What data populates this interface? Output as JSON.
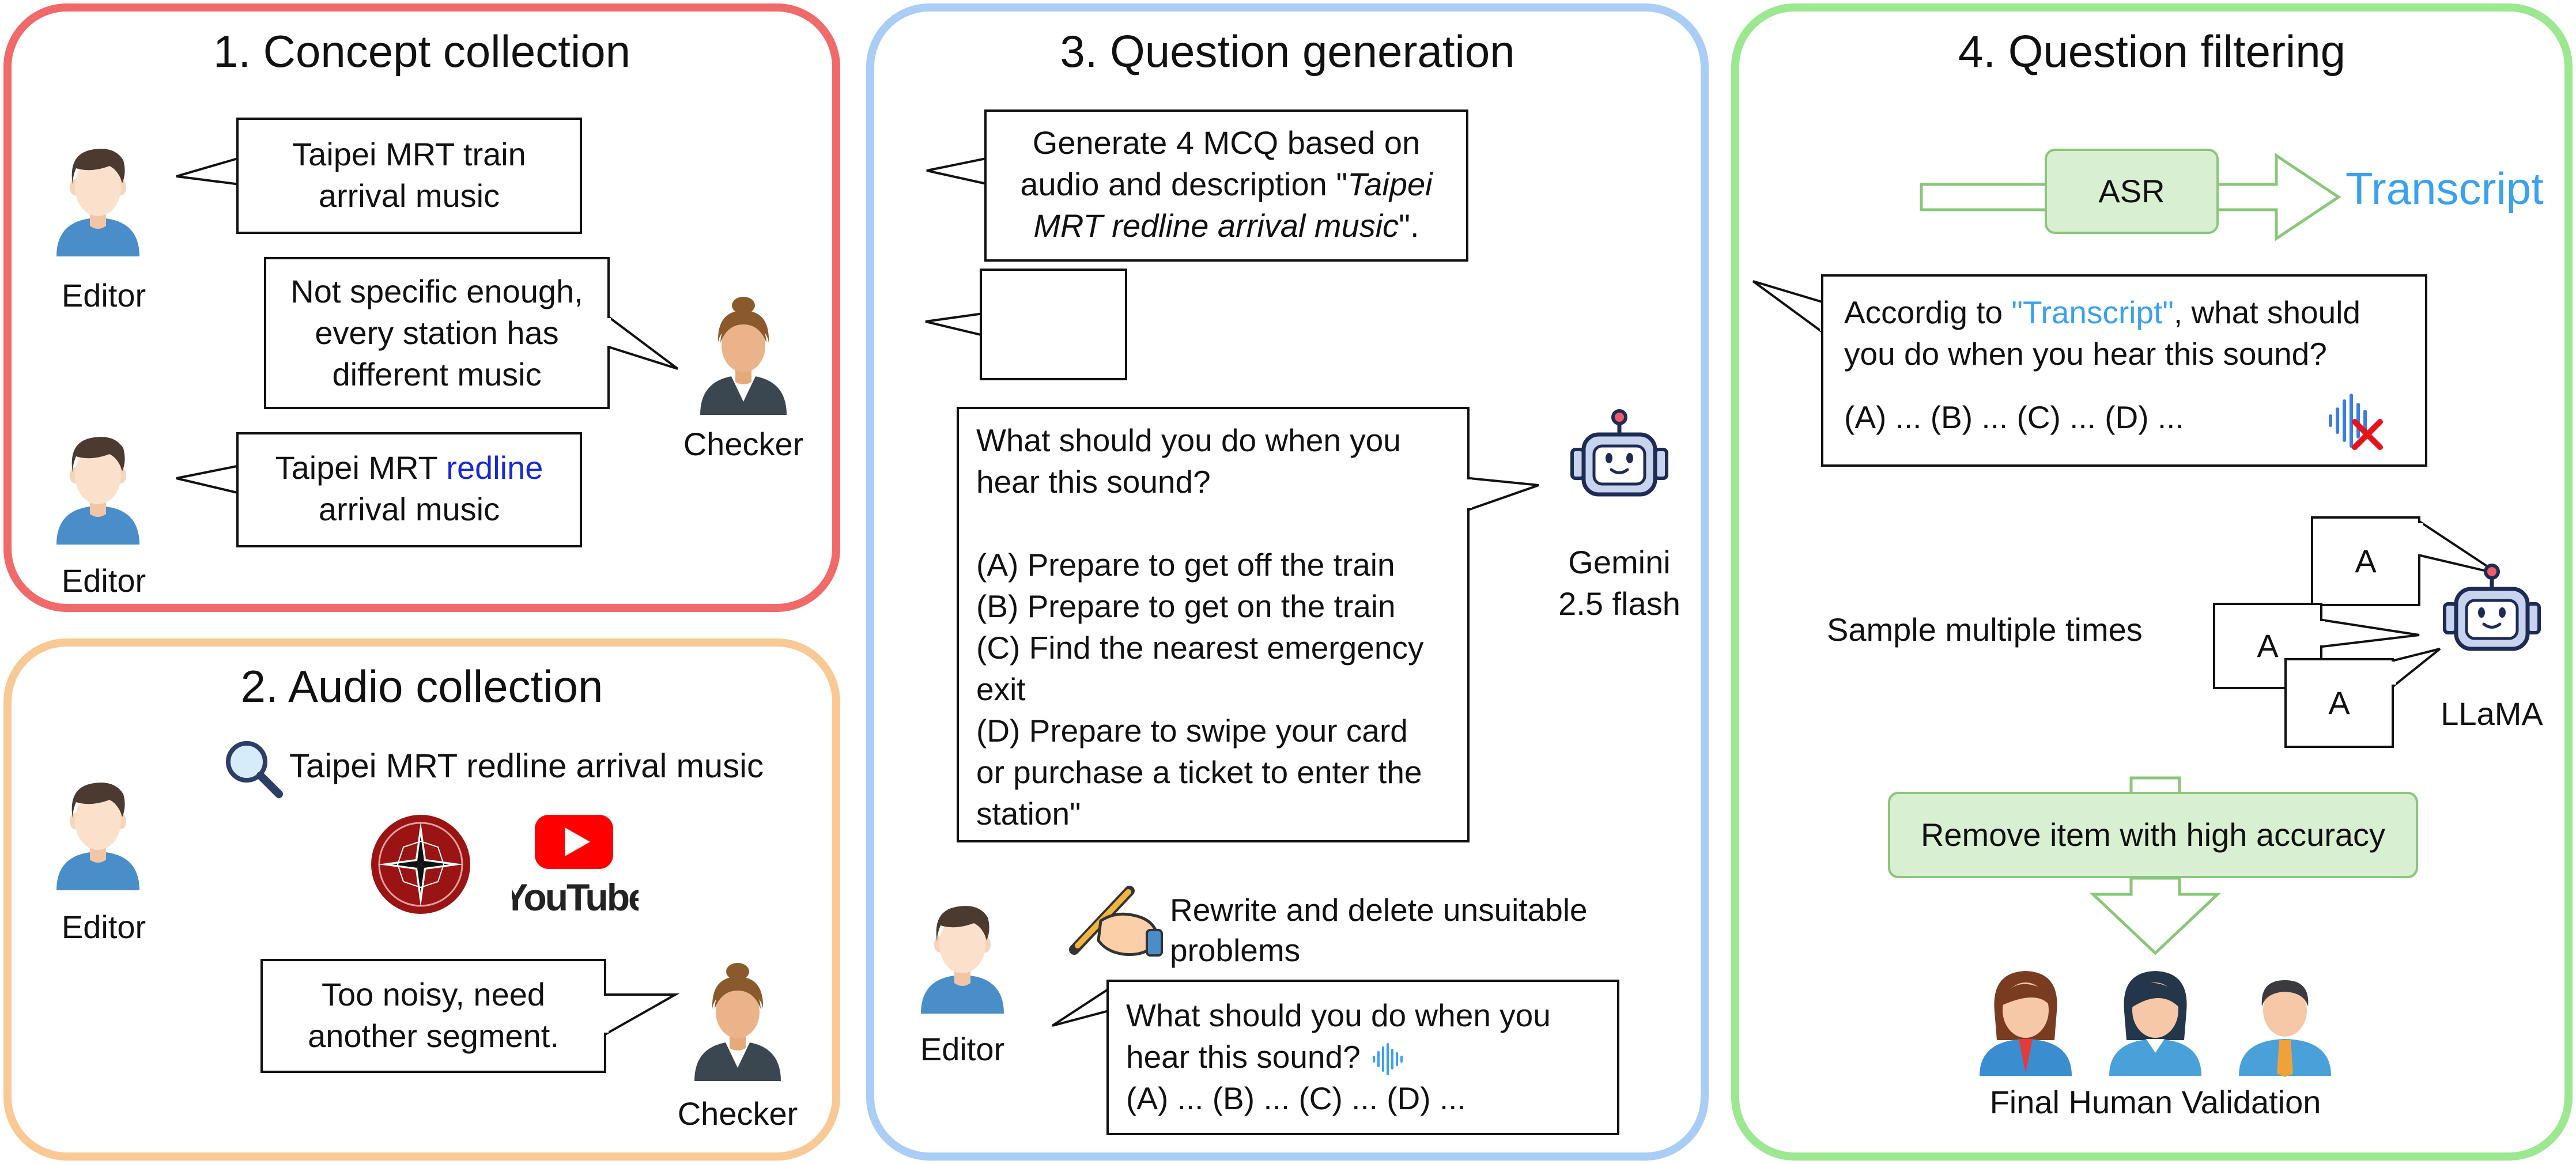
{
  "panels": {
    "concept": {
      "title": "1. Concept collection"
    },
    "audio": {
      "title": "2. Audio collection"
    },
    "question": {
      "title": "3. Question generation"
    },
    "filter": {
      "title": "4. Question filtering"
    }
  },
  "concept": {
    "bubble1": [
      "Taipei MRT train",
      "arrival music"
    ],
    "bubble2": [
      "Not specific enough,",
      "every station has",
      "different music"
    ],
    "bubble3_prefix": "Taipei MRT ",
    "bubble3_highlight": "redline",
    "bubble3_line2": "arrival music",
    "editor_label": "Editor",
    "checker_label": "Checker"
  },
  "audio": {
    "search_text": "Taipei MRT redline arrival music",
    "youtube_label": "YouTube",
    "bubble": [
      "Too noisy, need",
      "another segment."
    ],
    "editor_label": "Editor",
    "checker_label": "Checker"
  },
  "question": {
    "prompt_line1": "Generate 4 MCQ based on",
    "prompt_line2": "audio and description \"",
    "prompt_italic1": "Taipei",
    "prompt_italic2": "MRT redline arrival music",
    "prompt_end": "\".",
    "mcq_lines": [
      "What should you do when you",
      "hear this sound?",
      "",
      "(A) Prepare to get off the train",
      "(B) Prepare to get on the train",
      "(C) Find the nearest emergency",
      "exit",
      "(D) Prepare to swipe your card",
      "or purchase a ticket to enter the",
      "station\""
    ],
    "model_label": [
      "Gemini",
      "2.5 flash"
    ],
    "rewrite_text": [
      "Rewrite and delete unsuitable",
      "problems"
    ],
    "editor_label": "Editor",
    "final_line1": "What should you do when you",
    "final_line2": "hear this sound?",
    "final_line3": "(A) ... (B) ... (C) ... (D) ..."
  },
  "filter": {
    "asr_label": "ASR",
    "transcript_label": "Transcript",
    "prompt_prefix": "Accordig to ",
    "prompt_highlight": "\"Transcript\"",
    "prompt_suffix": ", what should",
    "prompt_line2": "you do when you hear this sound?",
    "prompt_line3": "(A) ... (B) ... (C) ... (D) ...",
    "sample_label": "Sample multiple times",
    "answer": "A",
    "model_label": "LLaMA",
    "remove_label": "Remove item with high accuracy",
    "final_label": "Final Human Validation"
  },
  "colors": {
    "panel1": "#f06a6a",
    "panel2": "#f9c995",
    "panel3": "#a9cdf5",
    "panel4": "#9be890",
    "redline": "#1a28d6",
    "transcript": "#3aa0f0",
    "green_fill": "#d8efd1",
    "green_border": "#8ac67a"
  },
  "icons": [
    "person-editor-icon",
    "person-checker-icon",
    "search-icon",
    "compass-icon",
    "youtube-icon",
    "audio-wave-icon",
    "robot-icon",
    "hand-pen-icon",
    "red-x-icon",
    "arrow-icon",
    "people-group-icon"
  ]
}
